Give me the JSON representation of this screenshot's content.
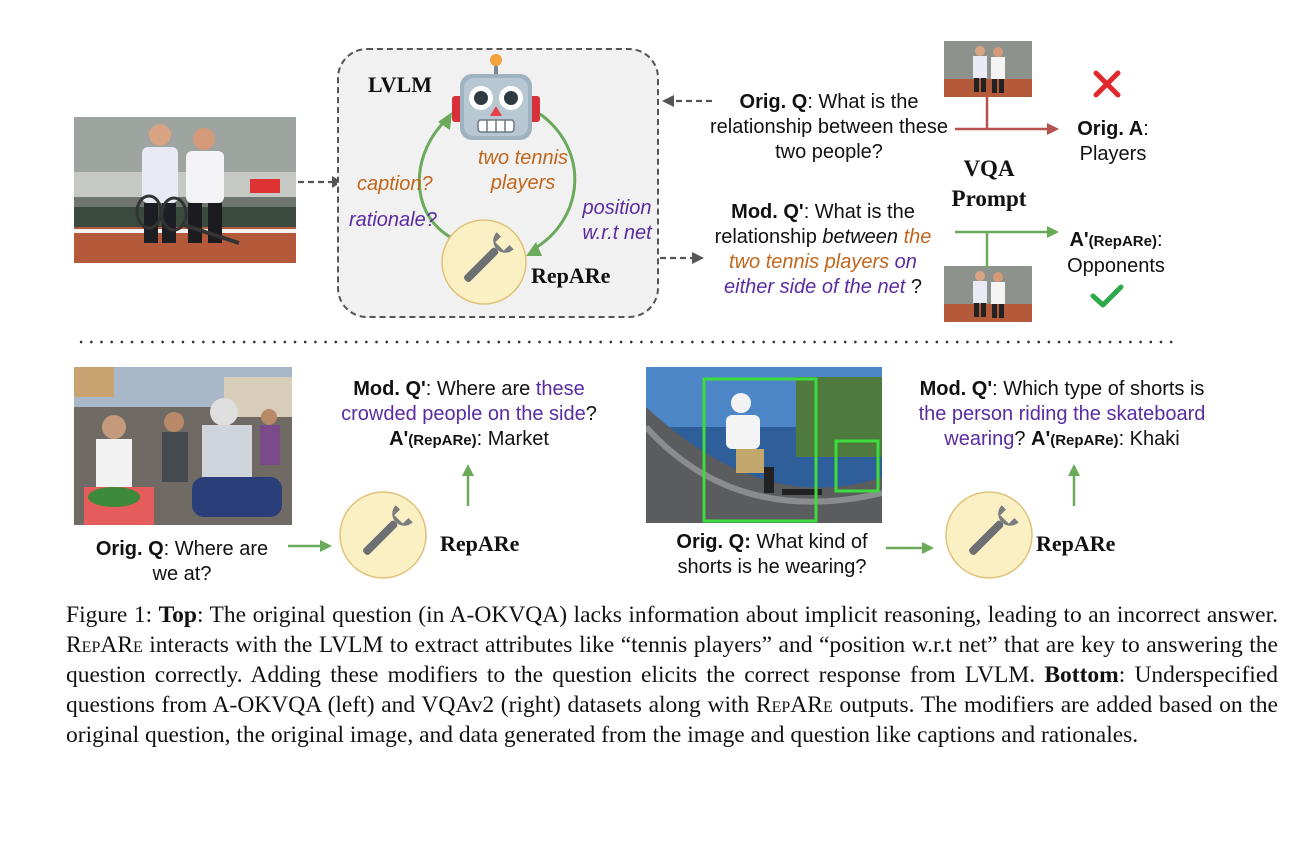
{
  "top": {
    "lvlm_label": "LVLM",
    "loop_center_line1": "two tennis",
    "loop_center_line2": "players",
    "loop_left1": "caption?",
    "loop_left2": "rationale?",
    "loop_right_line1": "position",
    "loop_right_line2": "w.r.t net",
    "repare_label": "RepARe",
    "orig_q_label": "Orig. Q",
    "orig_q_line1": ": What is the",
    "orig_q_line2": "relationship between these",
    "orig_q_line3": "two people?",
    "vqa_prompt_line1": "VQA",
    "vqa_prompt_line2": "Prompt",
    "orig_a_label": "Orig. A",
    "orig_a_colon": ":",
    "orig_a_value": "Players",
    "mod_q_label": "Mod. Q'",
    "mod_q_line1": ": What is the",
    "mod_q_rel": "relationship ",
    "mod_q_between": "between",
    "mod_q_the": " the",
    "mod_q_orange2": "two tennis players",
    "mod_q_on": " on",
    "mod_q_purple2": "either side of the net",
    "mod_q_end": " ?",
    "a_repare_label": "A'",
    "a_repare_sub": "(RepARe)",
    "a_repare_colon": ":",
    "a_repare_value": "Opponents"
  },
  "bottom_left": {
    "mod_q_label": "Mod. Q'",
    "mod_q_text1": ": Where are ",
    "mod_q_purple1": "these",
    "mod_q_purple2": "crowded people on the side",
    "mod_q_end": "?",
    "a_label": "A'",
    "a_sub": "(RepARe)",
    "a_value": ": Market",
    "orig_q_label": "Orig. Q",
    "orig_q_line1": ": Where are",
    "orig_q_line2": "we at?",
    "repare_label": "RepARe"
  },
  "bottom_right": {
    "mod_q_label": "Mod. Q'",
    "mod_q_text1": ": Which type of shorts is",
    "mod_q_purple": "the person riding the skateboard",
    "mod_q_purple2": "wearing",
    "mod_q_q": "? ",
    "a_label": "A'",
    "a_sub": "(RepARe)",
    "a_value": ": Khaki",
    "orig_q_label": "Orig. Q:",
    "orig_q_line1": " What kind of",
    "orig_q_line2": "shorts is he wearing?",
    "repare_label": "RepARe"
  },
  "caption": {
    "fig": "Figure 1: ",
    "top_label": "Top",
    "p1": ": The original question (in A-OKVQA) lacks information about implicit reasoning, leading to an incorrect answer. ",
    "repare1": "RepARe",
    "p2": " interacts with the LVLM to extract attributes like “tennis players” and “position w.r.t net” that are key to answering the question correctly.  Adding these modifiers to the question elicits the correct response from LVLM. ",
    "bottom_label": "Bottom",
    "p3": ": Underspecified questions from A-OKVQA (left) and VQAv2 (right) datasets along with ",
    "repare2": "RepARe",
    "p4": " outputs. The modifiers are added based on the original question, the original image, and data generated from the image and question like captions and rationales."
  },
  "colors": {
    "arrow_green": "#6aaa5a",
    "arrow_red": "#b5524e",
    "purple": "#5a2ca0",
    "orange": "#c0661c",
    "wrench_circle": "#fbefc4",
    "box_gray": "#f1f1f1",
    "check_green": "#2eaa4a",
    "cross_red": "#e0292b"
  },
  "icons": [
    "robot-icon",
    "wrench-icon",
    "cross-icon",
    "check-icon"
  ]
}
